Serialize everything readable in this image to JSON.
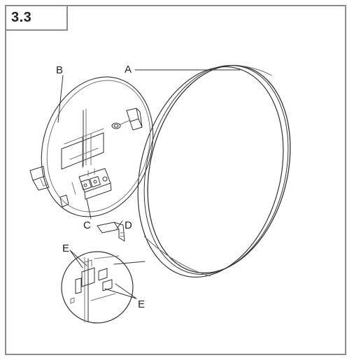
{
  "figure": {
    "section_number": "3.3",
    "labels": {
      "a": "A",
      "b": "B",
      "c": "C",
      "d": "D",
      "e1": "E",
      "e2": "E"
    }
  },
  "colors": {
    "frame": "#8c8c8c",
    "line": "#333333"
  }
}
